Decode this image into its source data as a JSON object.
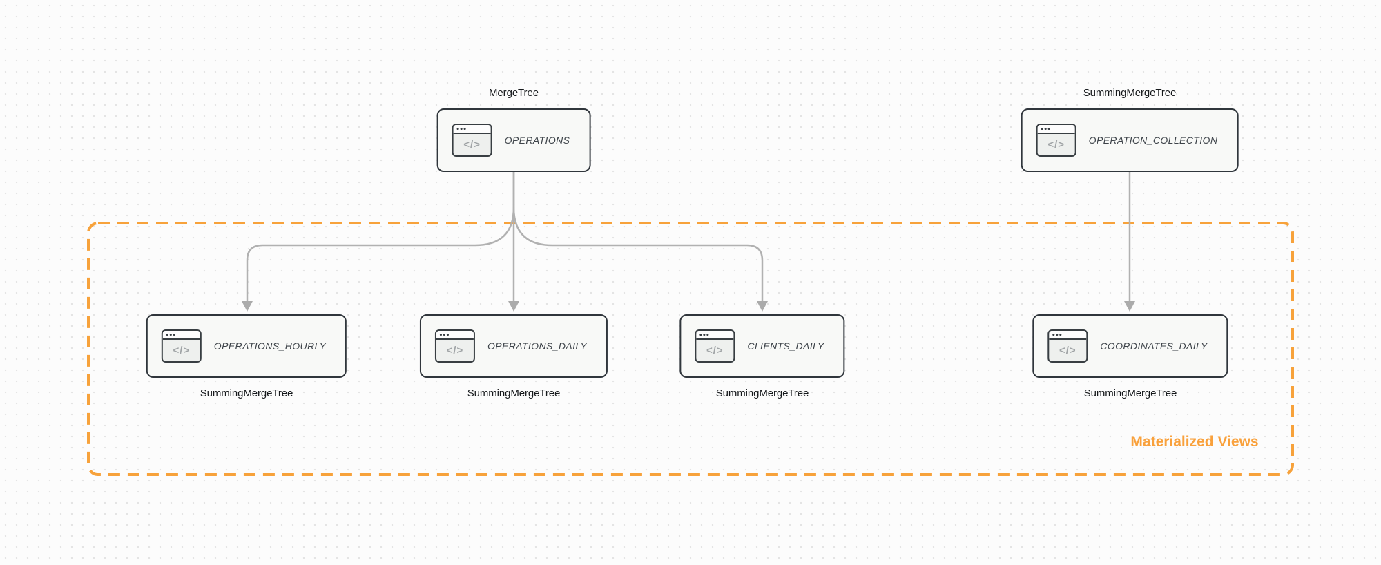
{
  "diagram": {
    "group": {
      "label": "Materialized Views",
      "border_color": "#F7A23B",
      "label_color": "#F9A13C"
    },
    "icon_glyph": "</>",
    "colors": {
      "node_border": "#30363C",
      "node_fill": "#F8F9F7",
      "node_text": "#3D4349",
      "engine_text": "#15181B",
      "connector": "#B1B1B1",
      "background": "#FCFCFC",
      "dot_grid": "#E4E4E4"
    },
    "nodes": [
      {
        "id": "operations",
        "table": "OPERATIONS",
        "engine": "MergeTree"
      },
      {
        "id": "operation_collection",
        "table": "OPERATION_COLLECTION",
        "engine": "SummingMergeTree"
      },
      {
        "id": "operations_hourly",
        "table": "OPERATIONS_HOURLY",
        "engine": "SummingMergeTree"
      },
      {
        "id": "operations_daily",
        "table": "OPERATIONS_DAILY",
        "engine": "SummingMergeTree"
      },
      {
        "id": "clients_daily",
        "table": "CLIENTS_DAILY",
        "engine": "SummingMergeTree"
      },
      {
        "id": "coordinates_daily",
        "table": "COORDINATES_DAILY",
        "engine": "SummingMergeTree"
      }
    ],
    "edges": [
      {
        "from": "OPERATIONS",
        "to": "OPERATIONS_HOURLY"
      },
      {
        "from": "OPERATIONS",
        "to": "OPERATIONS_DAILY"
      },
      {
        "from": "OPERATIONS",
        "to": "CLIENTS_DAILY"
      },
      {
        "from": "OPERATION_COLLECTION",
        "to": "COORDINATES_DAILY"
      }
    ]
  }
}
